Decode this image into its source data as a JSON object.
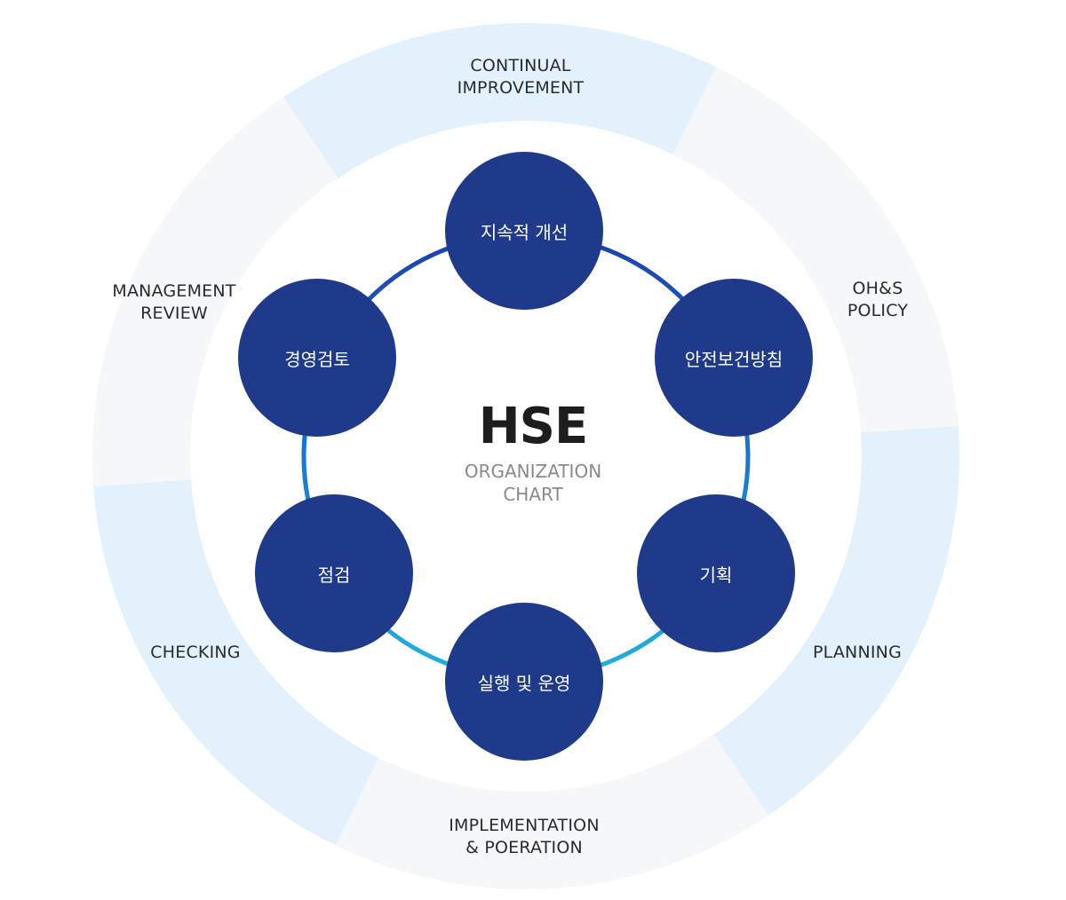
{
  "center": {
    "title": "HSE",
    "subtitle_line1": "ORGANIZATION",
    "subtitle_line2": "CHART"
  },
  "ring": {
    "continual_improvement": [
      "CONTINUAL",
      "IMPROVEMENT"
    ],
    "ohs_policy": [
      "OH&S",
      "POLICY"
    ],
    "planning": [
      "PLANNING"
    ],
    "implementation_operation": [
      "IMPLEMENTATION",
      "& POERATION"
    ],
    "checking": [
      "CHECKING"
    ],
    "management_review": [
      "MANAGEMENT",
      "REVIEW"
    ]
  },
  "nodes": {
    "continual_improvement": "지속적 개선",
    "ohs_policy": "안전보건방침",
    "planning": "기획",
    "implementation_operation": "실행 및 운영",
    "checking": "점검",
    "management_review": "경영검토"
  },
  "colors": {
    "node_fill": "#1f3a8a",
    "ring_light_blue": "#e3f1fd",
    "ring_light_gray": "#f6f7f8",
    "connector_dark": "#1e44b8",
    "connector_mid": "#1877d0",
    "connector_light": "#1eaad8"
  }
}
